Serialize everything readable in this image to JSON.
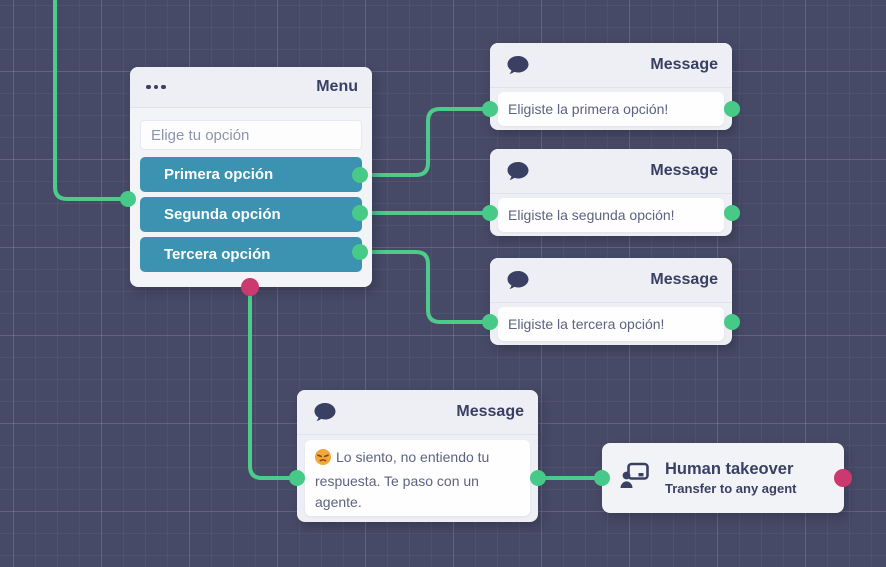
{
  "colors": {
    "canvas_bg": "#474a66",
    "connector_green": "#4ccb8b",
    "port_green": "#47ca88",
    "port_pink": "#cb3a6e",
    "option_teal": "#3c93b1",
    "node_title_navy": "#3a4063",
    "body_text": "#5d6380"
  },
  "menu_node": {
    "icon": "ellipsis-icon",
    "title": "Menu",
    "input_placeholder": "Elige tu opción",
    "options": [
      "Primera opción",
      "Segunda opción",
      "Tercera opción"
    ]
  },
  "message_nodes": [
    {
      "icon": "chat-bubble-icon",
      "title": "Message",
      "text": "Eligiste la primera opción!"
    },
    {
      "icon": "chat-bubble-icon",
      "title": "Message",
      "text": "Eligiste la segunda opción!"
    },
    {
      "icon": "chat-bubble-icon",
      "title": "Message",
      "text": "Eligiste la tercera opción!"
    },
    {
      "icon": "chat-bubble-icon",
      "title": "Message",
      "emoji": "😞",
      "text": "Lo siento, no entiendo tu respuesta. Te paso con un agente."
    }
  ],
  "takeover_node": {
    "icon": "human-takeover-icon",
    "title": "Human takeover",
    "subtitle": "Transfer to any agent"
  }
}
